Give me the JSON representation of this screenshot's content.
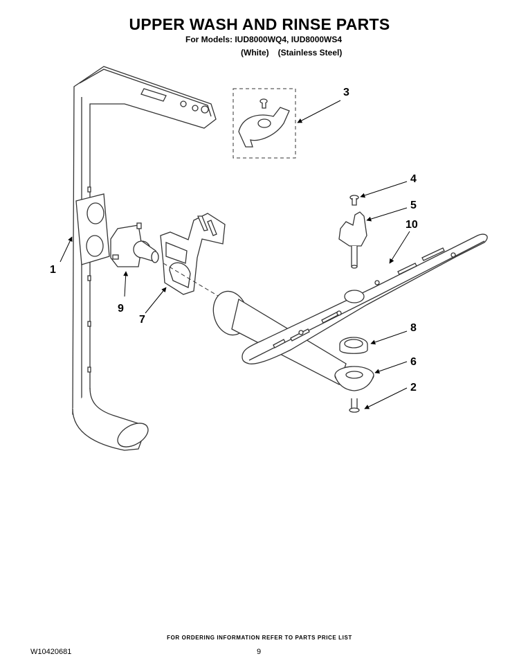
{
  "title": "UPPER WASH AND RINSE PARTS",
  "models_line": "For Models: IUD8000WQ4, IUD8000WS4",
  "variants": [
    "(White)",
    "(Stainless Steel)"
  ],
  "callouts": [
    "1",
    "2",
    "3",
    "4",
    "5",
    "6",
    "7",
    "8",
    "9",
    "10"
  ],
  "footer_note": "FOR ORDERING INFORMATION REFER TO PARTS PRICE LIST",
  "document_number": "W10420681",
  "page_number": "9"
}
